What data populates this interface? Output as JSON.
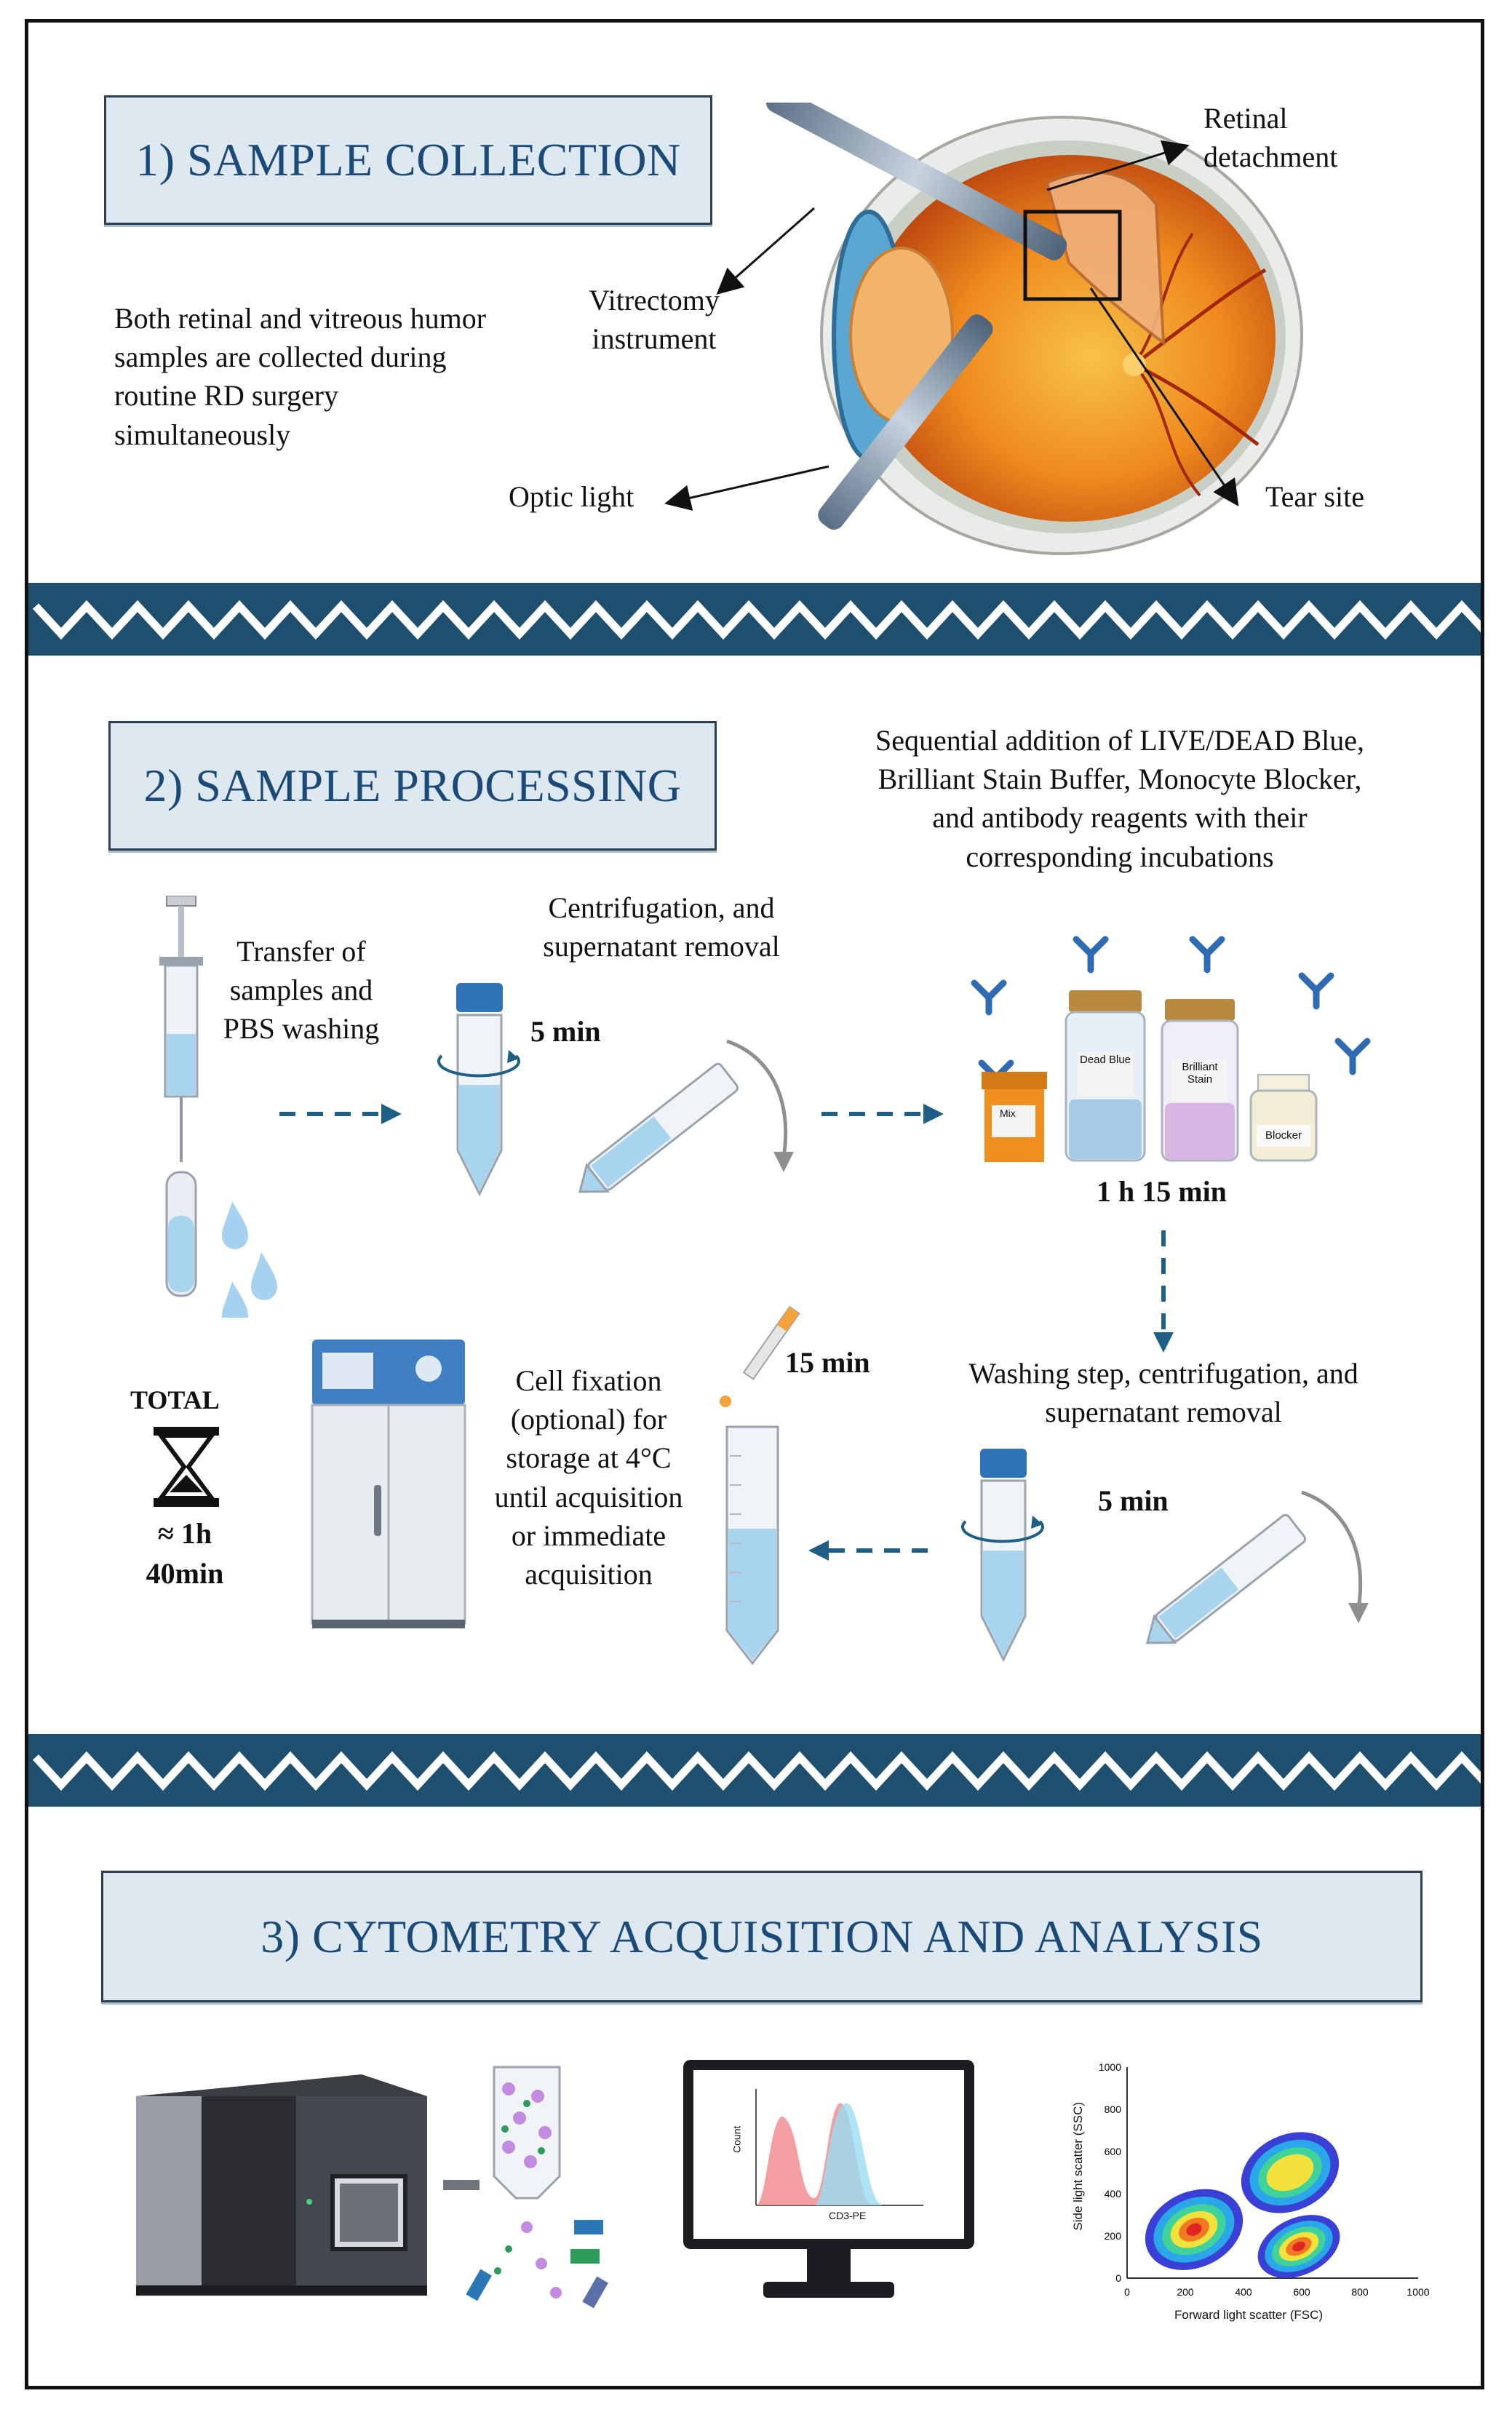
{
  "sections": {
    "collection": {
      "title": "1) SAMPLE COLLECTION",
      "description": "Both retinal and vitreous humor samples are collected during routine RD surgery simultaneously",
      "labels": {
        "retinal_detachment": "Retinal detachment",
        "vitrectomy_instrument": "Vitrectomy instrument",
        "optic_light": "Optic light",
        "tear_site": "Tear site"
      }
    },
    "processing": {
      "title": "2) SAMPLE PROCESSING",
      "steps": {
        "transfer": "Transfer of samples and PBS washing",
        "centrifugation": "Centrifugation, and supernatant removal",
        "centrifugation_time": "5 min",
        "staining": "Sequential addition of LIVE/DEAD Blue, Brilliant Stain Buffer, Monocyte Blocker, and antibody reagents with their corresponding incubations",
        "staining_time": "1 h 15 min",
        "washing": "Washing step, centrifugation, and supernatant removal",
        "washing_time": "5 min",
        "fixation": "Cell fixation (optional) for storage at 4°C until acquisition or immediate acquisition",
        "fixation_time": "15 min"
      },
      "bottle_labels": {
        "mix": "Mix",
        "dead_blue": "Dead Blue",
        "brilliant_stain": "Brilliant Stain",
        "blocker": "Blocker"
      },
      "total": {
        "label": "TOTAL",
        "value_line1": "≈ 1h",
        "value_line2": "40min"
      }
    },
    "acquisition": {
      "title": "3) CYTOMETRY ACQUISITION AND ANALYSIS",
      "histogram": {
        "ylabel": "Count",
        "xlabel": "CD3-PE"
      },
      "scatter": {
        "xlabel": "Forward light scatter (FSC)",
        "ylabel": "Side light scatter (SSC)",
        "x_ticks": [
          "0",
          "200",
          "400",
          "600",
          "800",
          "1000"
        ],
        "y_ticks": [
          "0",
          "200",
          "400",
          "600",
          "800",
          "1000"
        ]
      }
    }
  },
  "colors": {
    "band": "#1f4f6e",
    "title_fill": "#dde8f1",
    "title_text": "#1b4a78",
    "arrow": "#1f5f86"
  },
  "chart_data": {
    "type": "scatter",
    "xlabel": "Forward light scatter (FSC)",
    "ylabel": "Side light scatter (SSC)",
    "xlim": [
      0,
      1000
    ],
    "ylim": [
      0,
      1000
    ],
    "populations": [
      {
        "center": [
          230,
          230
        ]
      },
      {
        "center": [
          560,
          500
        ]
      },
      {
        "center": [
          590,
          150
        ]
      }
    ]
  }
}
